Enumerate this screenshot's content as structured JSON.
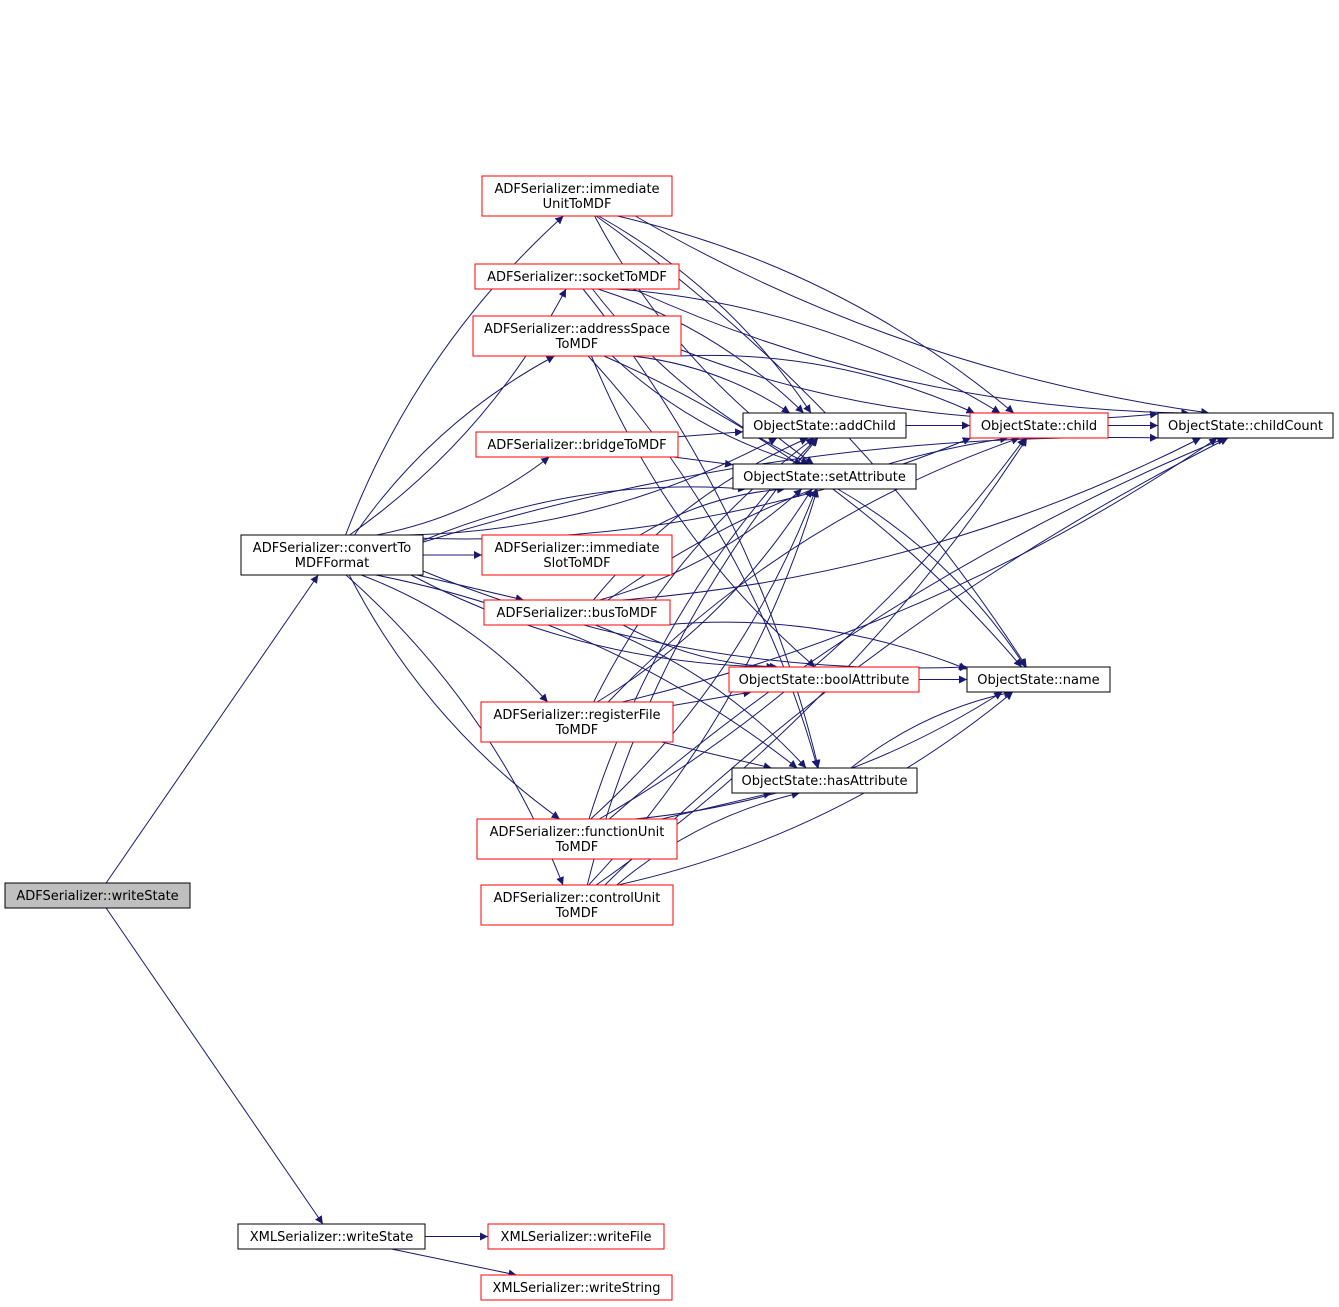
{
  "colors": {
    "edge": "#191970",
    "arrowhead": "#191970",
    "border_complete": "#000000",
    "border_incomplete": "#ff0000",
    "root_fill": "#bfbfbf",
    "node_fill": "#ffffff",
    "background": "#ffffff"
  },
  "nodes": [
    {
      "id": "writeState",
      "lines": [
        "ADFSerializer::writeState"
      ],
      "style": "root"
    },
    {
      "id": "convertTo",
      "lines": [
        "ADFSerializer::convertTo",
        "MDFFormat"
      ],
      "style": "complete"
    },
    {
      "id": "xmlWriteState",
      "lines": [
        "XMLSerializer::writeState"
      ],
      "style": "complete"
    },
    {
      "id": "immUnit",
      "lines": [
        "ADFSerializer::immediate",
        "UnitToMDF"
      ],
      "style": "incomplete"
    },
    {
      "id": "socket",
      "lines": [
        "ADFSerializer::socketToMDF"
      ],
      "style": "incomplete"
    },
    {
      "id": "addrSpace",
      "lines": [
        "ADFSerializer::addressSpace",
        "ToMDF"
      ],
      "style": "incomplete"
    },
    {
      "id": "bridge",
      "lines": [
        "ADFSerializer::bridgeToMDF"
      ],
      "style": "incomplete"
    },
    {
      "id": "immSlot",
      "lines": [
        "ADFSerializer::immediate",
        "SlotToMDF"
      ],
      "style": "incomplete"
    },
    {
      "id": "bus",
      "lines": [
        "ADFSerializer::busToMDF"
      ],
      "style": "incomplete"
    },
    {
      "id": "regFile",
      "lines": [
        "ADFSerializer::registerFile",
        "ToMDF"
      ],
      "style": "incomplete"
    },
    {
      "id": "funcUnit",
      "lines": [
        "ADFSerializer::functionUnit",
        "ToMDF"
      ],
      "style": "incomplete"
    },
    {
      "id": "ctrlUnit",
      "lines": [
        "ADFSerializer::controlUnit",
        "ToMDF"
      ],
      "style": "incomplete"
    },
    {
      "id": "writeFile",
      "lines": [
        "XMLSerializer::writeFile"
      ],
      "style": "incomplete"
    },
    {
      "id": "writeString",
      "lines": [
        "XMLSerializer::writeString"
      ],
      "style": "incomplete"
    },
    {
      "id": "addChild",
      "lines": [
        "ObjectState::addChild"
      ],
      "style": "complete"
    },
    {
      "id": "setAttribute",
      "lines": [
        "ObjectState::setAttribute"
      ],
      "style": "complete"
    },
    {
      "id": "boolAttribute",
      "lines": [
        "ObjectState::boolAttribute"
      ],
      "style": "incomplete"
    },
    {
      "id": "hasAttribute",
      "lines": [
        "ObjectState::hasAttribute"
      ],
      "style": "complete"
    },
    {
      "id": "child",
      "lines": [
        "ObjectState::child"
      ],
      "style": "incomplete"
    },
    {
      "id": "name",
      "lines": [
        "ObjectState::name"
      ],
      "style": "complete"
    },
    {
      "id": "childCount",
      "lines": [
        "ObjectState::childCount"
      ],
      "style": "complete"
    }
  ],
  "edges": [
    [
      "writeState",
      "convertTo"
    ],
    [
      "writeState",
      "xmlWriteState"
    ],
    [
      "xmlWriteState",
      "writeFile"
    ],
    [
      "xmlWriteState",
      "writeString"
    ],
    [
      "convertTo",
      "immUnit"
    ],
    [
      "convertTo",
      "socket"
    ],
    [
      "convertTo",
      "addrSpace"
    ],
    [
      "convertTo",
      "bridge"
    ],
    [
      "convertTo",
      "immSlot"
    ],
    [
      "convertTo",
      "bus"
    ],
    [
      "convertTo",
      "regFile"
    ],
    [
      "convertTo",
      "funcUnit"
    ],
    [
      "convertTo",
      "ctrlUnit"
    ],
    [
      "convertTo",
      "addChild"
    ],
    [
      "convertTo",
      "setAttribute"
    ],
    [
      "convertTo",
      "boolAttribute"
    ],
    [
      "convertTo",
      "hasAttribute"
    ],
    [
      "convertTo",
      "child"
    ],
    [
      "convertTo",
      "childCount"
    ],
    [
      "convertTo",
      "name"
    ],
    [
      "immUnit",
      "addChild"
    ],
    [
      "immUnit",
      "setAttribute"
    ],
    [
      "immUnit",
      "child"
    ],
    [
      "immUnit",
      "childCount"
    ],
    [
      "immUnit",
      "name"
    ],
    [
      "socket",
      "addChild"
    ],
    [
      "socket",
      "setAttribute"
    ],
    [
      "socket",
      "child"
    ],
    [
      "socket",
      "childCount"
    ],
    [
      "socket",
      "hasAttribute"
    ],
    [
      "addrSpace",
      "addChild"
    ],
    [
      "addrSpace",
      "setAttribute"
    ],
    [
      "addrSpace",
      "child"
    ],
    [
      "addrSpace",
      "childCount"
    ],
    [
      "addrSpace",
      "name"
    ],
    [
      "addrSpace",
      "boolAttribute"
    ],
    [
      "addrSpace",
      "hasAttribute"
    ],
    [
      "bridge",
      "addChild"
    ],
    [
      "bridge",
      "setAttribute"
    ],
    [
      "immSlot",
      "setAttribute"
    ],
    [
      "bus",
      "addChild"
    ],
    [
      "bus",
      "setAttribute"
    ],
    [
      "bus",
      "child"
    ],
    [
      "bus",
      "childCount"
    ],
    [
      "bus",
      "name"
    ],
    [
      "bus",
      "boolAttribute"
    ],
    [
      "bus",
      "hasAttribute"
    ],
    [
      "regFile",
      "addChild"
    ],
    [
      "regFile",
      "setAttribute"
    ],
    [
      "regFile",
      "boolAttribute"
    ],
    [
      "regFile",
      "hasAttribute"
    ],
    [
      "regFile",
      "child"
    ],
    [
      "regFile",
      "childCount"
    ],
    [
      "funcUnit",
      "addChild"
    ],
    [
      "funcUnit",
      "setAttribute"
    ],
    [
      "funcUnit",
      "hasAttribute"
    ],
    [
      "funcUnit",
      "child"
    ],
    [
      "funcUnit",
      "childCount"
    ],
    [
      "funcUnit",
      "name"
    ],
    [
      "ctrlUnit",
      "addChild"
    ],
    [
      "ctrlUnit",
      "setAttribute"
    ],
    [
      "ctrlUnit",
      "hasAttribute"
    ],
    [
      "ctrlUnit",
      "child"
    ],
    [
      "ctrlUnit",
      "childCount"
    ],
    [
      "ctrlUnit",
      "name"
    ],
    [
      "addChild",
      "child"
    ],
    [
      "child",
      "childCount"
    ],
    [
      "setAttribute",
      "name"
    ],
    [
      "boolAttribute",
      "name"
    ],
    [
      "hasAttribute",
      "name"
    ]
  ]
}
